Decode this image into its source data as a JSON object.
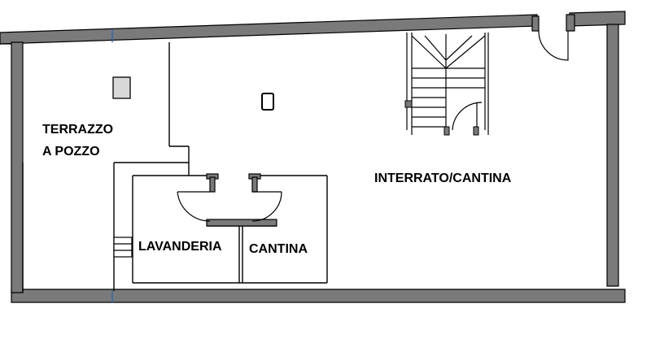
{
  "floor_plan": {
    "rooms": [
      {
        "id": "terrazzo",
        "lines": [
          "TERRAZZO",
          "A POZZO"
        ]
      },
      {
        "id": "interrato",
        "lines": [
          "INTERRATO/CANTINA"
        ]
      },
      {
        "id": "lavanderia",
        "lines": [
          "LAVANDERIA"
        ]
      },
      {
        "id": "cantina",
        "lines": [
          "CANTINA"
        ]
      }
    ],
    "colors": {
      "wall": "#7a7a7a",
      "wall_outline": "#000000",
      "accent": "#2b6cb0",
      "background": "#ffffff"
    }
  }
}
